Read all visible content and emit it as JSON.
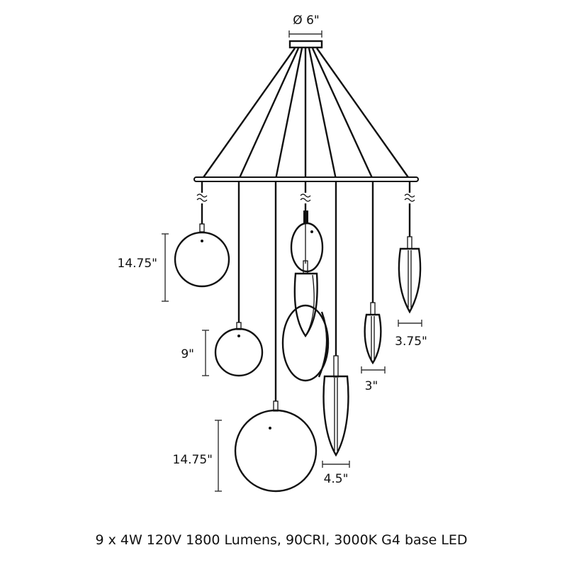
{
  "diagram": {
    "canopy_diameter_label": "Ø 6\"",
    "dimensions": {
      "globe_large_upper": "14.75\"",
      "globe_small": "9\"",
      "globe_large_lower": "14.75\"",
      "leaf_large_width": "4.5\"",
      "leaf_small_width": "3\"",
      "leaf_medium_width": "3.75\""
    },
    "caption": "9 x 4W 120V 1800 Lumens, 90CRI, 3000K G4 base LED",
    "line_color": "#111111"
  }
}
